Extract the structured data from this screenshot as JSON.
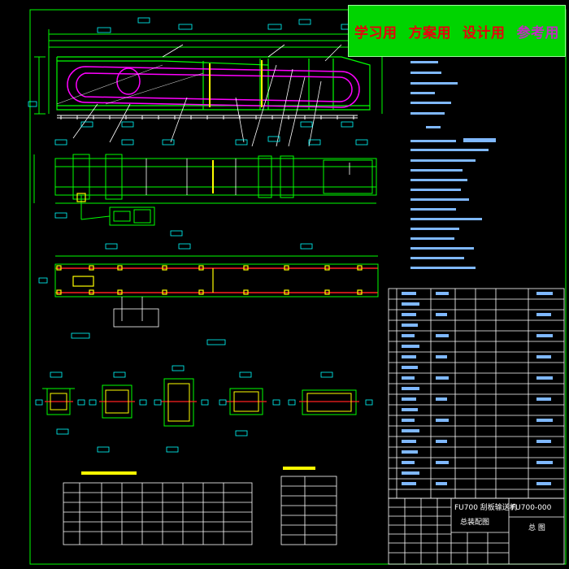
{
  "banner": {
    "labels": [
      "学习用",
      "方案用",
      "设计用",
      "参考用"
    ],
    "colors": [
      "#e8000b",
      "#e8000b",
      "#e8000b",
      "#c02cc0"
    ]
  },
  "title_block": {
    "model_line": "FU700 刮板输送机",
    "name_line": "总装配图",
    "drawing_number": "FU700-000",
    "sheet_label": "总 图"
  },
  "colors": {
    "frame_green": "#00ff00",
    "magenta": "#ff00ff",
    "cyan": "#00ffff",
    "yellow": "#ffff00",
    "red": "#ff2020",
    "white": "#ffffff",
    "blue": "#3060ff"
  }
}
